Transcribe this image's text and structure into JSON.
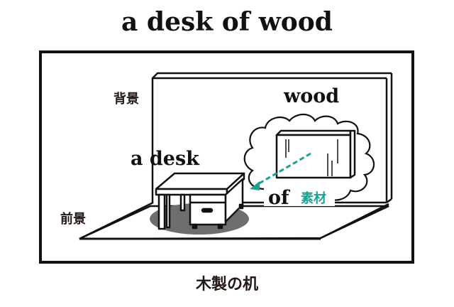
{
  "title": "a desk of wood",
  "caption": "木製の机",
  "labels": {
    "background": "背景",
    "foreground": "前景",
    "a_desk": "a desk",
    "wood": "wood",
    "of": "of",
    "material": "素材"
  },
  "colors": {
    "accent": "#1aa394",
    "ink": "#111111",
    "shadow": "#6e6e6e"
  }
}
